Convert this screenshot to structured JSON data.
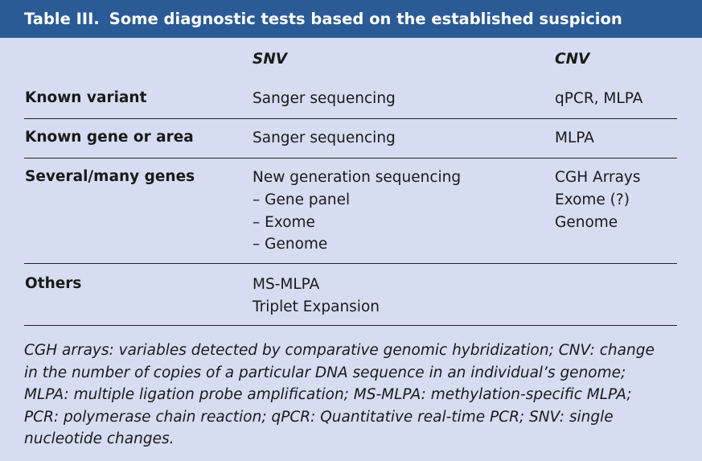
{
  "table": {
    "title_label": "Table III.",
    "title_text": "Some diagnostic tests based on the established suspicion",
    "col_headers": [
      "SNV",
      "CNV"
    ],
    "rows": [
      {
        "label": "Known variant",
        "snv": [
          "Sanger sequencing"
        ],
        "cnv": [
          "qPCR, MLPA"
        ]
      },
      {
        "label": "Known gene or area",
        "snv": [
          "Sanger sequencing"
        ],
        "cnv": [
          "MLPA"
        ]
      },
      {
        "label": "Several/many genes",
        "snv": [
          "New generation sequencing",
          "– Gene panel",
          "– Exome",
          "– Genome"
        ],
        "cnv": [
          "CGH Arrays",
          "Exome (?)",
          "Genome"
        ]
      },
      {
        "label": "Others",
        "snv": [
          "MS-MLPA",
          "Triplet Expansion"
        ],
        "cnv": []
      }
    ],
    "footnote_lines": [
      "CGH arrays: variables detected by comparative genomic hybridization;  CNV: change",
      "in the number of copies of a particular DNA sequence in an individual’s genome;",
      "MLPA: multiple ligation probe amplification;  MS-MLPA: methylation-specific MLPA;",
      "PCR: polymerase chain reaction;  qPCR: Quantitative real-time PCR;  SNV: single",
      "nucleotide changes."
    ]
  }
}
